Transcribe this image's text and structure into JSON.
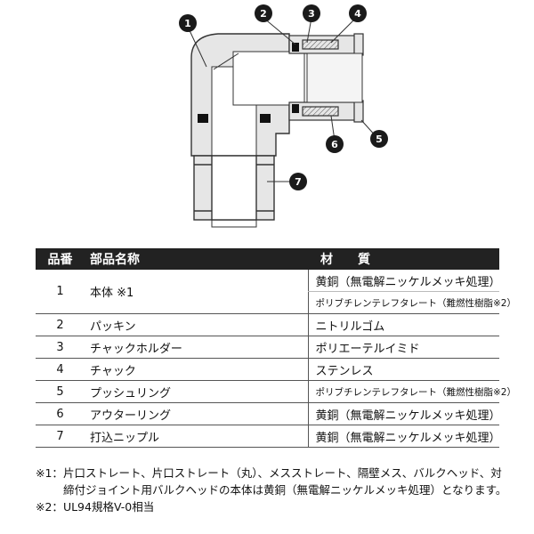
{
  "diagram": {
    "callouts": [
      {
        "num": "1"
      },
      {
        "num": "2"
      },
      {
        "num": "3"
      },
      {
        "num": "4"
      },
      {
        "num": "5"
      },
      {
        "num": "6"
      },
      {
        "num": "7"
      }
    ],
    "colors": {
      "callout": "#1a1a1a",
      "body": "#e6e6e6",
      "seal": "#111111",
      "line": "#333333"
    }
  },
  "table": {
    "headers": {
      "no": "品番",
      "name": "部品名称",
      "material": "材　　質"
    },
    "rows": [
      {
        "no": "1",
        "name": "本体 ※1",
        "materials": [
          "黄銅（無電解ニッケルメッキ処理）",
          "ポリブチレンテレフタレート（難燃性樹脂※2）"
        ]
      },
      {
        "no": "2",
        "name": "パッキン",
        "materials": [
          "ニトリルゴム"
        ]
      },
      {
        "no": "3",
        "name": "チャックホルダー",
        "materials": [
          "ポリエーテルイミド"
        ]
      },
      {
        "no": "4",
        "name": "チャック",
        "materials": [
          "ステンレス"
        ]
      },
      {
        "no": "5",
        "name": "プッシュリング",
        "materials": [
          "ポリブチレンテレフタレート（難燃性樹脂※2）"
        ]
      },
      {
        "no": "6",
        "name": "アウターリング",
        "materials": [
          "黄銅（無電解ニッケルメッキ処理）"
        ]
      },
      {
        "no": "7",
        "name": "打込ニップル",
        "materials": [
          "黄銅（無電解ニッケルメッキ処理）"
        ]
      }
    ]
  },
  "notes": [
    {
      "mark": "※1：",
      "text": "片口ストレート、片口ストレート（丸）、メスストレート、隔壁メス、バルクヘッド、対締付ジョイント用バルクヘッドの本体は黄銅（無電解ニッケルメッキ処理）となります。"
    },
    {
      "mark": "※2：",
      "text": "UL94規格V-0相当"
    }
  ]
}
